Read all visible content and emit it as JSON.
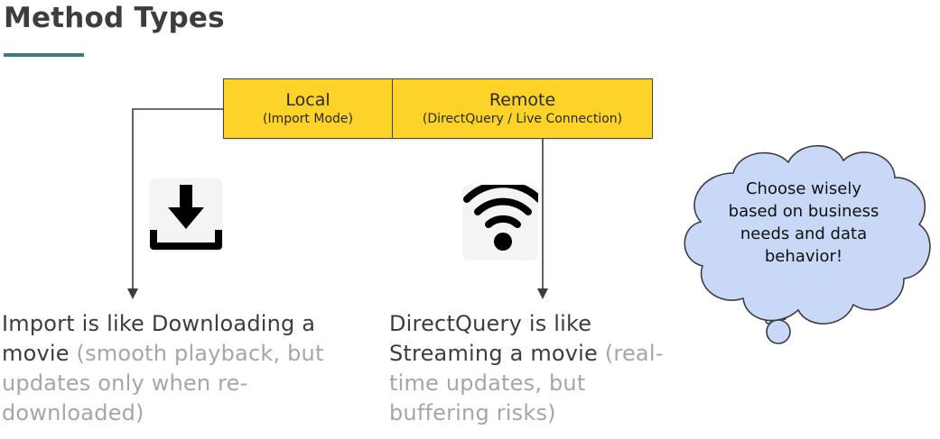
{
  "title": "Method Types",
  "header": {
    "local": {
      "title": "Local",
      "subtitle": "(Import Mode)"
    },
    "remote": {
      "title": "Remote",
      "subtitle": "(DirectQuery / Live Connection)"
    }
  },
  "import_caption": {
    "main": "Import is like Downloading a movie",
    "note": "(smooth playback, but updates only when re-downloaded)"
  },
  "direct_caption": {
    "main": "DirectQuery is like Streaming a movie",
    "note": "(real-time updates, but buffering risks)"
  },
  "callout": {
    "text": "Choose wisely based on business needs and data behavior!"
  },
  "colors": {
    "header_fill": "#fdd32a",
    "cloud_fill": "#c9d8f7",
    "accent_underline": "#3e7a86",
    "muted_text": "#a6a6a6"
  },
  "icons": {
    "import": "download-icon",
    "direct": "wifi-icon"
  }
}
